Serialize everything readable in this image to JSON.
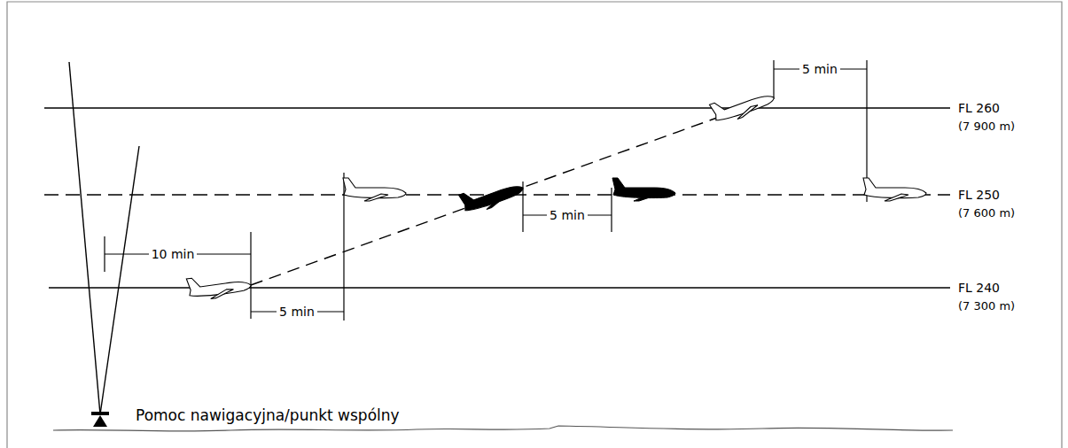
{
  "diagram": {
    "labels": [
      "5 min",
      "FL 260",
      "(7 900 m)",
      "FL 250",
      "(7 600 m)",
      "5 min",
      "10 min",
      "FL 240",
      "(7 300 m)",
      "5 min",
      "Pomoc nawigacyjna/punkt wspólny"
    ]
  }
}
